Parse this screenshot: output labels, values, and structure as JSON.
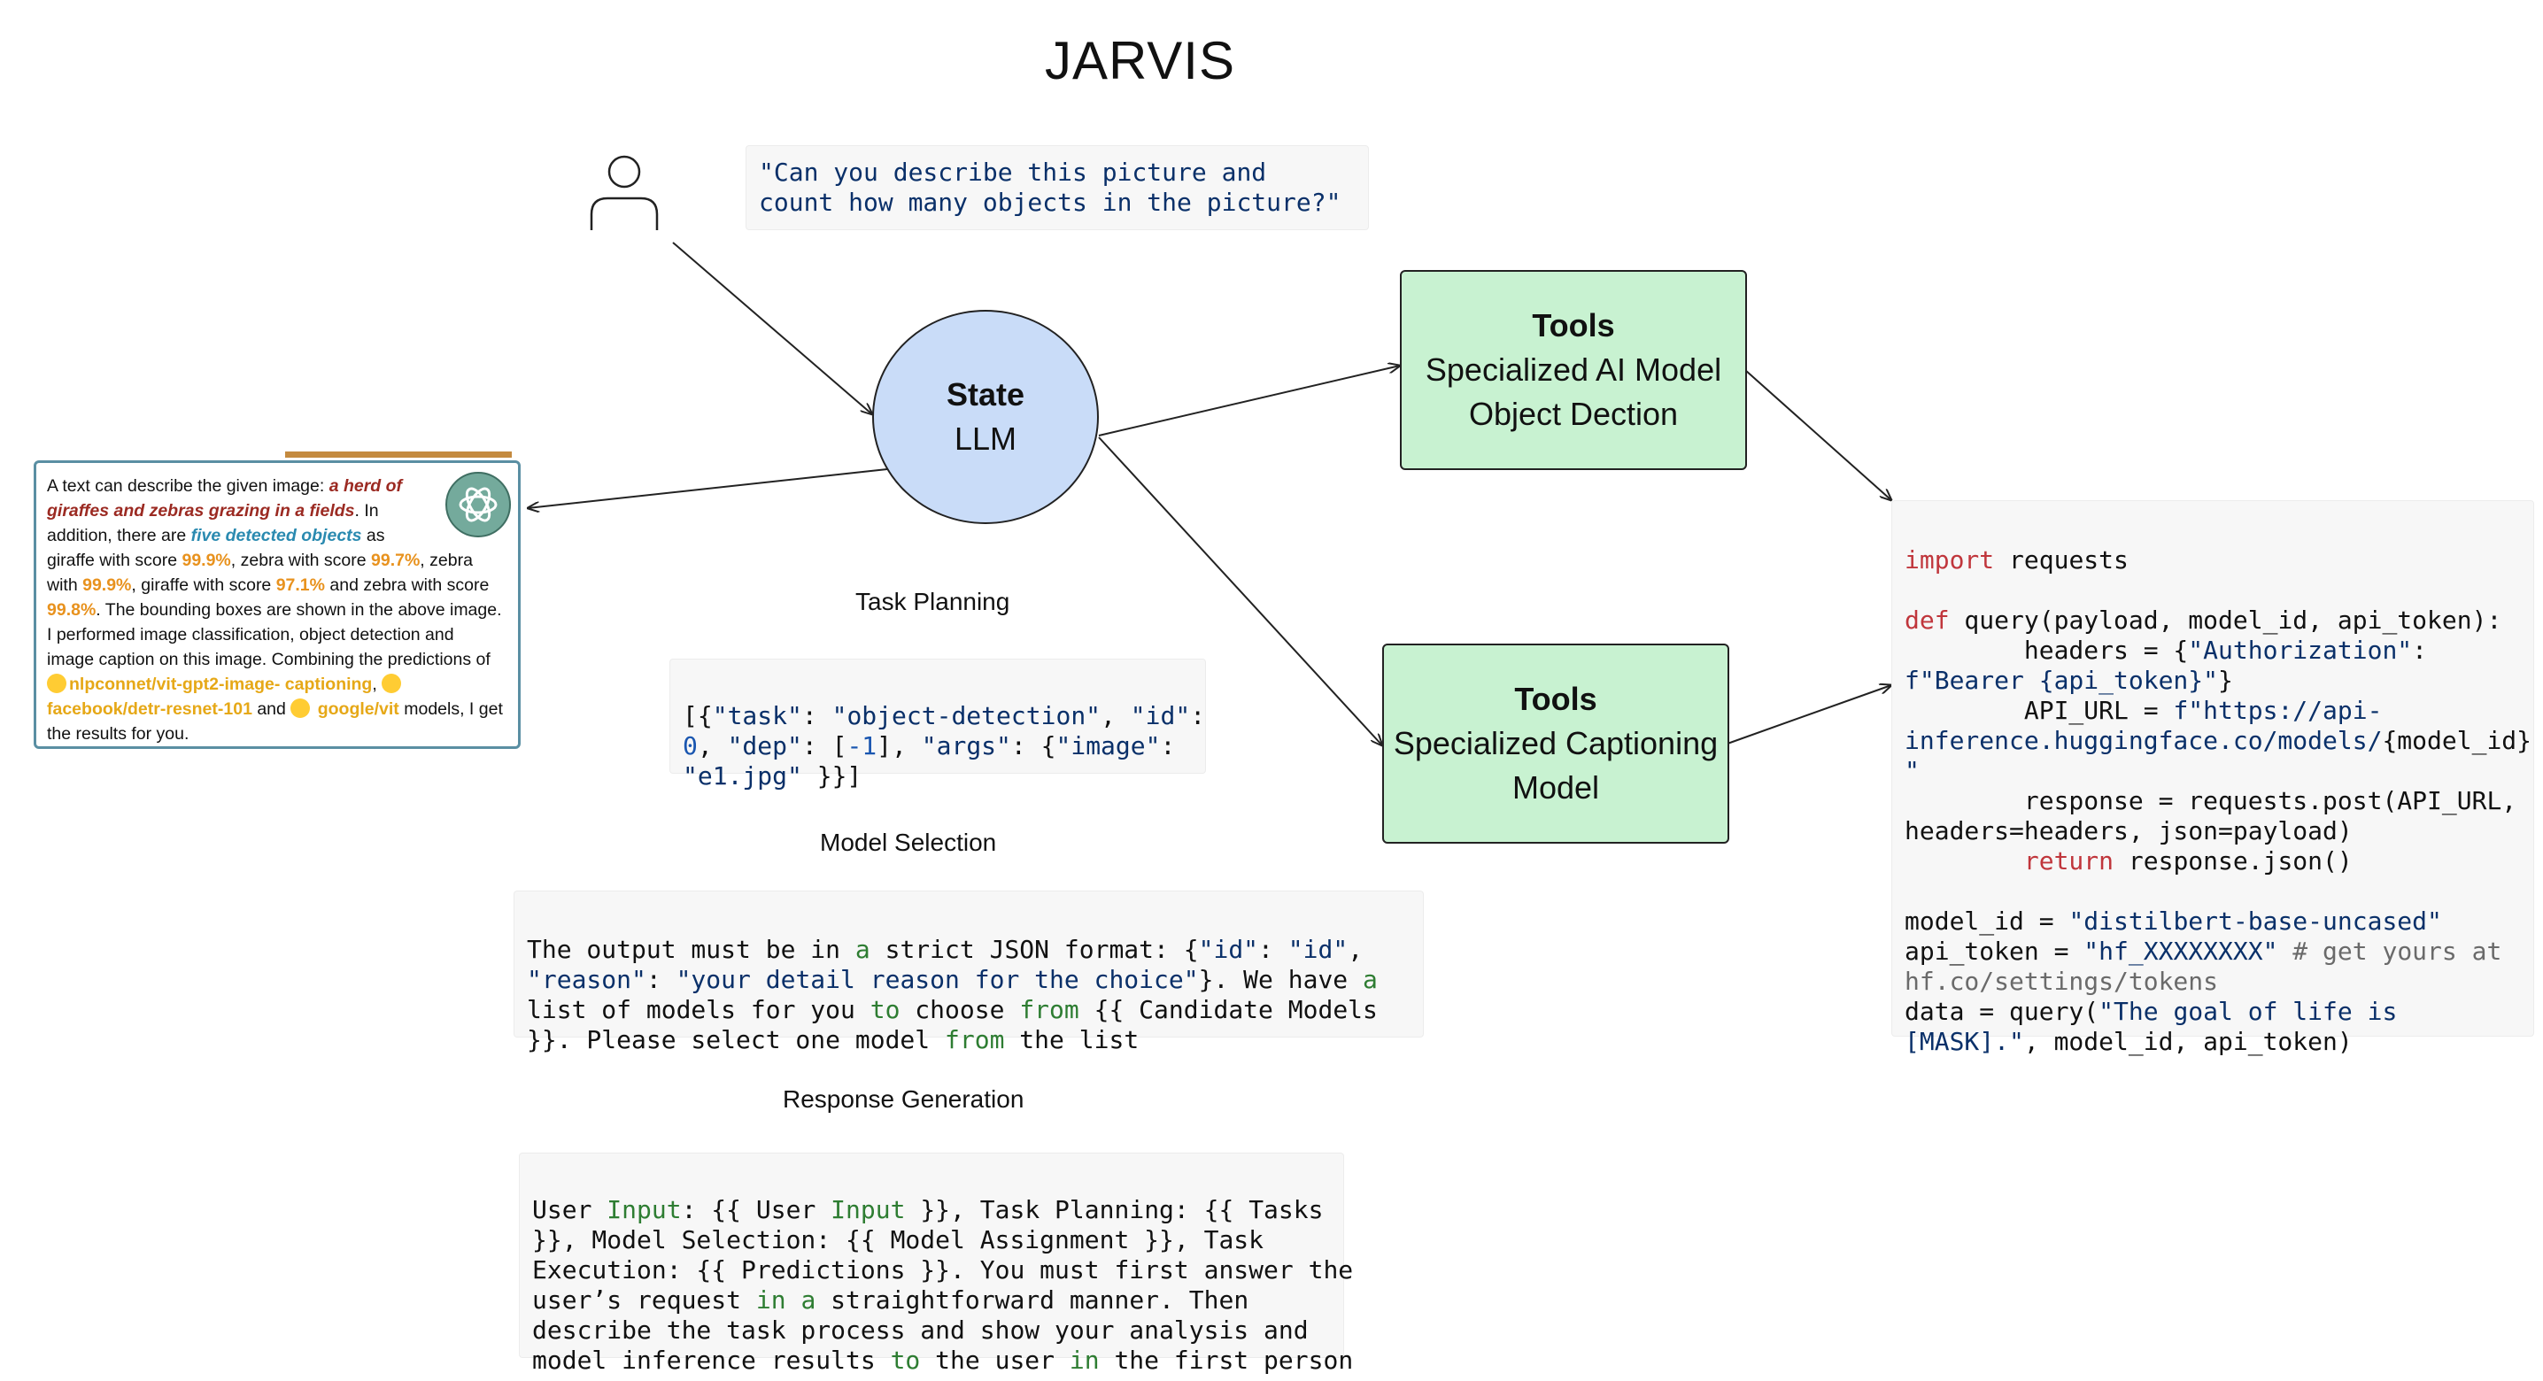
{
  "title": "JARVIS",
  "user_query": "\"Can you describe this picture and count how many objects in the picture?\"",
  "state_node": {
    "title": "State",
    "subtitle": "LLM"
  },
  "tool_detection": {
    "title": "Tools",
    "line1": "Specialized AI Model",
    "line2": "Object Dection"
  },
  "tool_captioning": {
    "title": "Tools",
    "line1": "Specialized Captioning",
    "line2": "Model"
  },
  "labels": {
    "task_planning": "Task Planning",
    "model_selection": "Model Selection",
    "response_generation": "Response Generation"
  },
  "task_planning_code": {
    "t1": "[{",
    "t2": "\"task\"",
    "t3": ": ",
    "t4": "\"object-detection\"",
    "t5": ", ",
    "t6": "\"id\"",
    "t7": ":",
    "t8": "0",
    "t9": ", ",
    "t10": "\"dep\"",
    "t11": ": [",
    "t12": "-1",
    "t13": "], ",
    "t14": "\"args\"",
    "t15": ": {",
    "t16": "\"image\"",
    "t17": ":",
    "t18": "\"e1.jpg\"",
    "t19": " }}]"
  },
  "model_selection_prompt": {
    "a1": "The output must be in ",
    "a2": "a",
    "a3": " strict JSON format: {",
    "a4": "\"id\"",
    "a5": ": ",
    "a6": "\"id\"",
    "a7": ",",
    "b1": "\"reason\"",
    "b2": ": ",
    "b3": "\"your detail reason for the choice\"",
    "b4": "}. We have ",
    "b5": "a",
    "c1": "list of models for you ",
    "c2": "to",
    "c3": " choose ",
    "c4": "from",
    "c5": " {{ Candidate Models",
    "d1": "}}. Please select one model ",
    "d2": "from",
    "d3": " the list"
  },
  "response_prompt": {
    "a1": "User ",
    "a2": "Input",
    "a3": ": {{ User ",
    "a4": "Input",
    "a5": " }}, Task Planning: {{ Tasks",
    "b1": "}}, Model Selection: {{ Model Assignment }}, Task",
    "c1": "Execution: {{ Predictions }}. You must first answer the",
    "d1": "user’s request ",
    "d2": "in",
    "d3": " ",
    "d4": "a",
    "d5": " straightforward manner. Then",
    "e1": "describe the task process and show your analysis and",
    "f1": "model inference results ",
    "f2": "to",
    "f3": " the user ",
    "f4": "in",
    "f5": " the first person"
  },
  "python_code": {
    "l1a": "import",
    "l1b": " requests",
    "l2a": "def",
    "l2b": " query(payload, model_id, api_token):",
    "l3a": "        headers = {",
    "l3b": "\"Authorization\"",
    "l3c": ":",
    "l4a": "f\"Bearer {api_token}\"",
    "l4b": "}",
    "l5a": "        API_URL = ",
    "l5b": "f\"https://api-",
    "l6a": "inference.huggingface.co/models/",
    "l6b": "{model_id}",
    "l7a": "\"",
    "l8a": "        response = requests.post(API_URL,",
    "l9a": "headers=headers, json=payload)",
    "l10a": "        ",
    "l10b": "return",
    "l10c": " response.json()",
    "l11a": "model_id = ",
    "l11b": "\"distilbert-base-uncased\"",
    "l12a": "api_token = ",
    "l12b": "\"hf_XXXXXXXX\"",
    "l12c": " # get yours at",
    "l13a": "hf.co/settings/tokens",
    "l14a": "data = query(",
    "l14b": "\"The goal of life is",
    "l15a": "[MASK].\"",
    "l15b": ", model_id, api_token)"
  },
  "answer_card": {
    "s1": "A text can describe the given image: ",
    "s2": "a herd of",
    "s3": "giraffes and zebras grazing in a fields",
    "s4": ". In",
    "s5": "addition, there are ",
    "s6": "five detected objects",
    "s7": " as",
    "s8": "giraffe with score ",
    "s9": "99.9%",
    "s10": ", zebra with score ",
    "s11": "99.7%",
    "s12": ", zebra",
    "s13": "with ",
    "s14": "99.9%",
    "s15": ",  giraffe with score ",
    "s16": "97.1%",
    "s17": " and zebra with",
    "s18": "score ",
    "s19": "99.8%",
    "s20": ". The bounding boxes are shown in the",
    "s21": "above image. I performed image classification, object",
    "s22": "detection and image caption on this image. Combining",
    "s23": "the predictions of ",
    "s24": "nlpconnet/vit-gpt2-image-",
    "s25": "captioning",
    "s26": ", ",
    "s27": "facebook/detr-resnet-101",
    "s28": " and ",
    "s29": "google/vit",
    "s30": " models, I get the results for you."
  },
  "colors": {
    "state_fill": "#c9dcf8",
    "tool_fill": "#c8f2d1",
    "keyword": "#c0363c",
    "string": "#0a3069",
    "number": "#1a56b0",
    "green_keyword": "#2e7d32",
    "highlight_red": "#9b2a22",
    "highlight_cyan": "#2a8ab0",
    "highlight_orange": "#e8921e",
    "highlight_yellow": "#e6a817"
  },
  "icons": [
    "user-icon",
    "chatgpt-logo-icon",
    "hugging-face-icon"
  ]
}
